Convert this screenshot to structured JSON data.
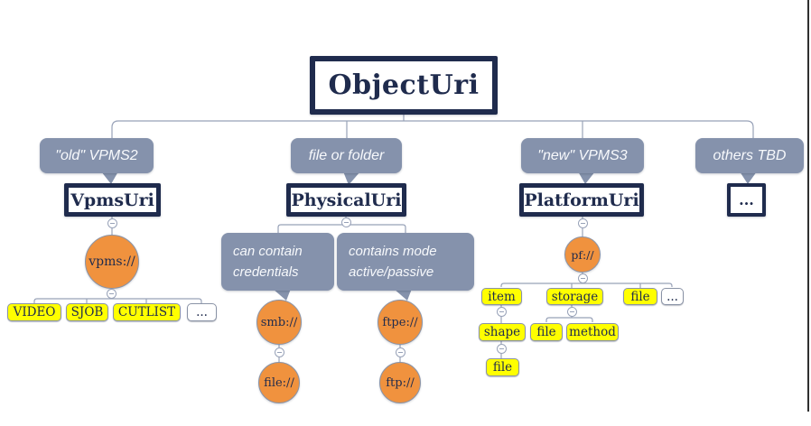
{
  "colors": {
    "navy": "#1f2b4d",
    "callout_gray": "#8592ac",
    "orange": "#f0923e",
    "yellow": "#ffff00",
    "connector": "#98a2b8"
  },
  "root": {
    "label": "ObjectUri"
  },
  "branch_vpms2": {
    "callout": "\"old\" VPMS2",
    "box": "VpmsUri",
    "circle": "vpms://",
    "children": [
      "VIDEO",
      "SJOB",
      "CUTLIST",
      "..."
    ]
  },
  "branch_physical": {
    "callout": "file or folder",
    "box": "PhysicalUri",
    "smb": {
      "callout_line1": "can contain",
      "callout_line2": "credentials",
      "circle": "smb://",
      "child_circle": "file://"
    },
    "ftp": {
      "callout_line1": "contains mode",
      "callout_line2": "active/passive",
      "circle": "ftpe://",
      "child_circle": "ftp://"
    }
  },
  "branch_platform": {
    "callout": "\"new\" VPMS3",
    "box": "PlatformUri",
    "circle": "pf://",
    "children": [
      "item",
      "storage",
      "file",
      "..."
    ],
    "item_child": "shape",
    "shape_child": "file",
    "storage_children": [
      "file",
      "method"
    ]
  },
  "branch_others": {
    "callout": "others TBD",
    "box": "..."
  }
}
